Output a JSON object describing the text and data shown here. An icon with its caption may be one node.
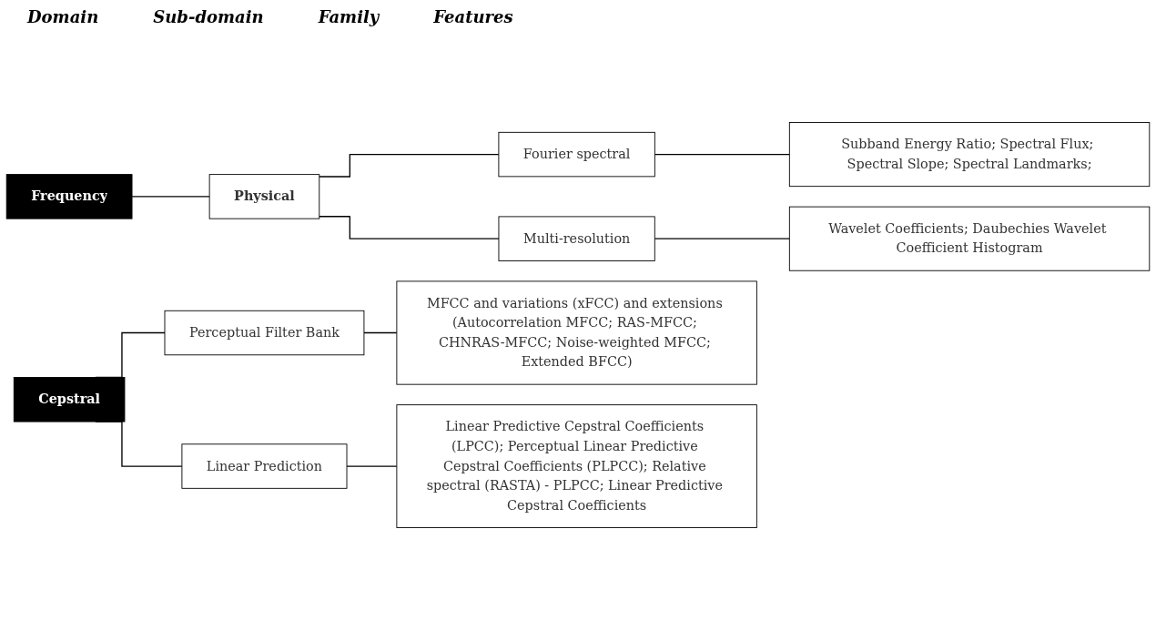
{
  "diagram": {
    "nodes": [
      {
        "text": [
          "Frequency"
        ]
      },
      {
        "text": [
          "Physical"
        ]
      },
      {
        "text": [
          "Fourier spectral"
        ]
      },
      {
        "text": [
          "Multi-resolution"
        ]
      },
      {
        "text": [
          "Subband Energy Ratio; Spectral Flux; Spectral Slope; Spectral Landmarks;"
        ]
      },
      {
        "text": [
          "Wavelet Coefficients; Daubechies Wavelet Coefficient Histogram"
        ]
      },
      {
        "text": [
          "Cepstral"
        ]
      },
      {
        "text": [
          "Perceptual Filter Bank"
        ]
      },
      {
        "text": [
          "MFCC and variations (xFCC) and extensions (Autocorrelation MFCC; RAS-MFCC; CHNRAS-MFCC; Noise-weighted MFCC; Extended BFCC)"
        ]
      },
      {
        "text": [
          "Linear Prediction"
        ]
      },
      {
        "text": [
          "Linear Predictive Cepstral Coefficients (LPCC); Perceptual Linear Predictive Cepstral Coefficients (PLPCC); Relative spectral (RASTA) - PLPCC; Linear Predictive Cepstral Coefficients"
        ]
      }
    ],
    "edges": [
      {
        "from": 0,
        "to": 1,
        "arrow": "none"
      },
      {
        "from": 1,
        "to": 2,
        "arrow": "none"
      },
      {
        "from": 1,
        "to": 3,
        "arrow": "none"
      },
      {
        "from": 2,
        "to": 4,
        "arrow": "none"
      },
      {
        "from": 3,
        "to": 5,
        "arrow": "none"
      },
      {
        "from": 6,
        "to": 7,
        "arrow": "none"
      },
      {
        "from": 6,
        "to": 9,
        "arrow": "none"
      },
      {
        "from": 7,
        "to": 8,
        "arrow": "none"
      },
      {
        "from": 9,
        "to": 10,
        "arrow": "none"
      }
    ],
    "labels": [
      "Domain",
      "Sub-domain",
      "Family",
      "Features"
    ]
  }
}
